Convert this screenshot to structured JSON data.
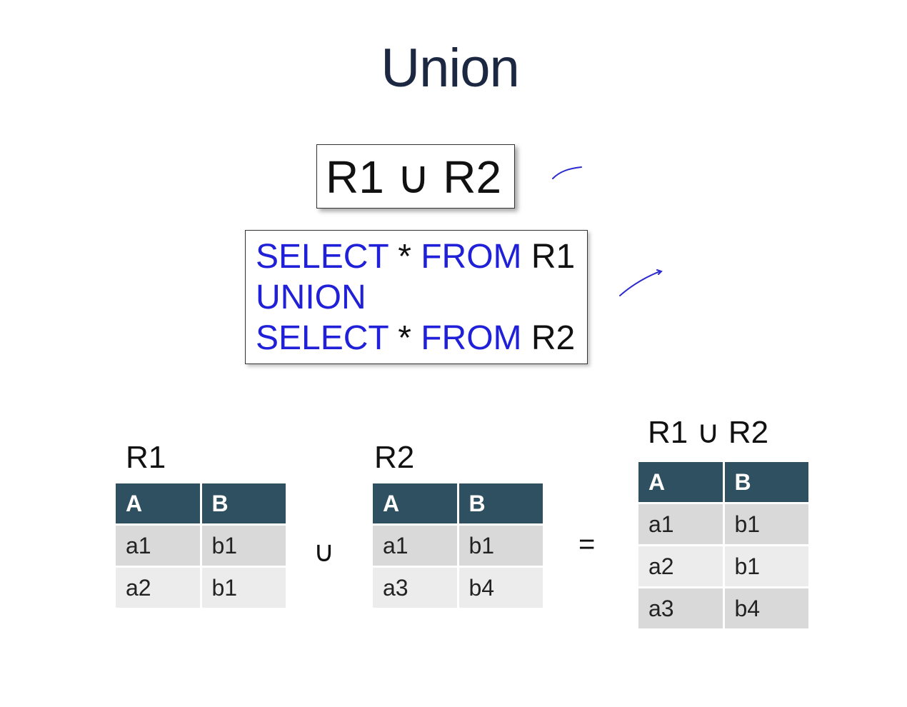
{
  "title": "Union",
  "formula": {
    "left": "R1",
    "symbol": "∪",
    "right": "R2"
  },
  "sql": {
    "line1": {
      "kw1": "SELECT",
      "star": " * ",
      "kw2": "FROM",
      "rel": " R1"
    },
    "line2": {
      "kw": "UNION"
    },
    "line3": {
      "kw1": "SELECT",
      "star": " * ",
      "kw2": "FROM",
      "rel": " R2"
    }
  },
  "operators": {
    "union": "∪",
    "equals": "="
  },
  "tables": {
    "r1": {
      "label": "R1",
      "columns": [
        "A",
        "B"
      ],
      "rows": [
        [
          "a1",
          "b1"
        ],
        [
          "a2",
          "b1"
        ]
      ]
    },
    "r2": {
      "label": "R2",
      "columns": [
        "A",
        "B"
      ],
      "rows": [
        [
          "a1",
          "b1"
        ],
        [
          "a3",
          "b4"
        ]
      ]
    },
    "result": {
      "label": "R1 ∪ R2",
      "columns": [
        "A",
        "B"
      ],
      "rows": [
        [
          "a1",
          "b1"
        ],
        [
          "a2",
          "b1"
        ],
        [
          "a3",
          "b4"
        ]
      ]
    }
  },
  "colors": {
    "title": "#1c2741",
    "keyword": "#2020d8",
    "table_header": "#2f5060",
    "pen_annotation": "#2a2ad0"
  }
}
